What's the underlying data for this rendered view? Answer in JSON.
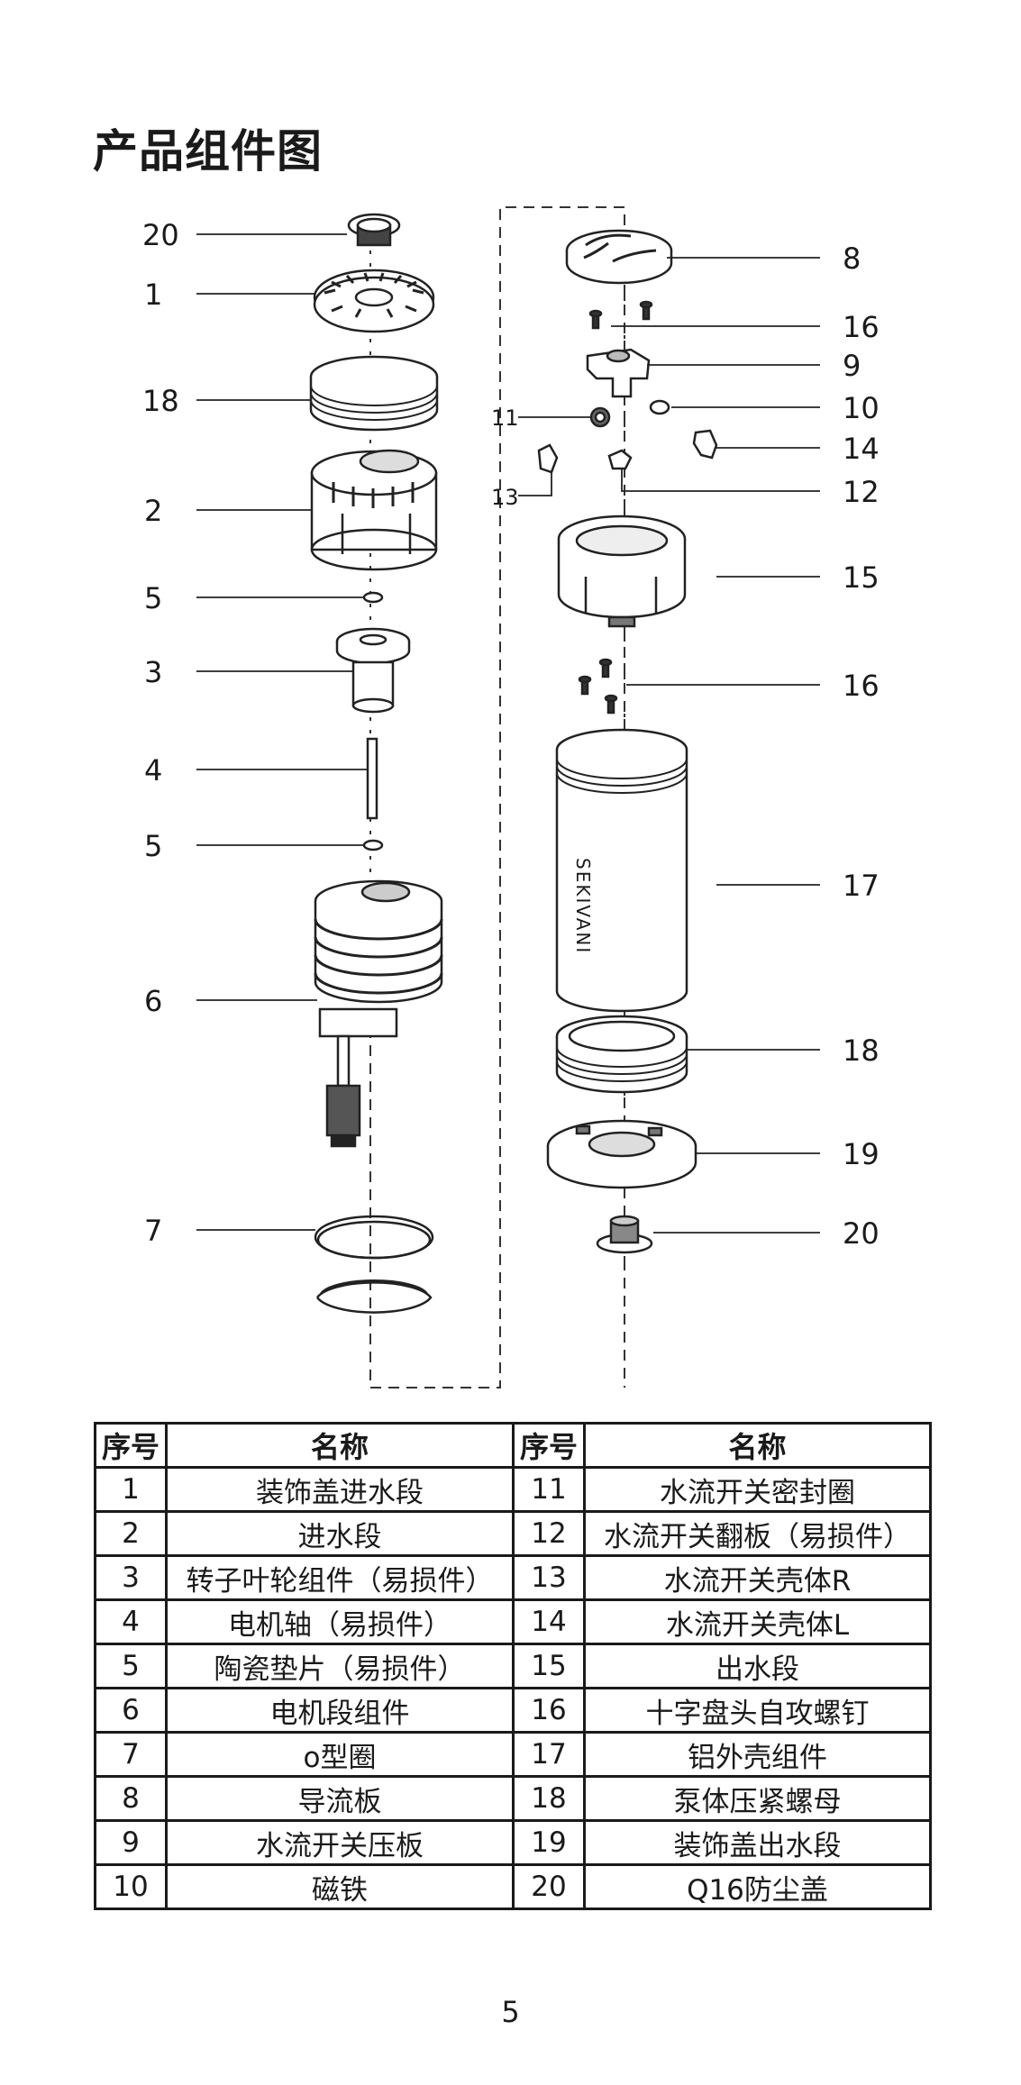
{
  "title": "产品组件图",
  "callouts": {
    "left": [
      "20",
      "1",
      "18",
      "2",
      "5",
      "3",
      "4",
      "5",
      "6",
      "7"
    ],
    "right": [
      "8",
      "16",
      "9",
      "11",
      "10",
      "14",
      "13",
      "12",
      "15",
      "16",
      "17",
      "18",
      "19",
      "20"
    ]
  },
  "housing_logo": "SEKIVANI",
  "table": {
    "headers": [
      "序号",
      "名称",
      "序号",
      "名称"
    ],
    "rows": [
      {
        "n1": "1",
        "name1": "装饰盖进水段",
        "n2": "11",
        "name2": "水流开关密封圈"
      },
      {
        "n1": "2",
        "name1": "进水段",
        "n2": "12",
        "name2": "水流开关翻板（易损件）"
      },
      {
        "n1": "3",
        "name1": "转子叶轮组件（易损件）",
        "n2": "13",
        "name2": "水流开关壳体R"
      },
      {
        "n1": "4",
        "name1": "电机轴（易损件）",
        "n2": "14",
        "name2": "水流开关壳体L"
      },
      {
        "n1": "5",
        "name1": "陶瓷垫片（易损件）",
        "n2": "15",
        "name2": "出水段"
      },
      {
        "n1": "6",
        "name1": "电机段组件",
        "n2": "16",
        "name2": "十字盘头自攻螺钉"
      },
      {
        "n1": "7",
        "name1": "o型圈",
        "n2": "17",
        "name2": "铝外壳组件"
      },
      {
        "n1": "8",
        "name1": "导流板",
        "n2": "18",
        "name2": "泵体压紧螺母"
      },
      {
        "n1": "9",
        "name1": "水流开关压板",
        "n2": "19",
        "name2": "装饰盖出水段"
      },
      {
        "n1": "10",
        "name1": "磁铁",
        "n2": "20",
        "name2": "Q16防尘盖"
      }
    ]
  },
  "page_number": "5"
}
